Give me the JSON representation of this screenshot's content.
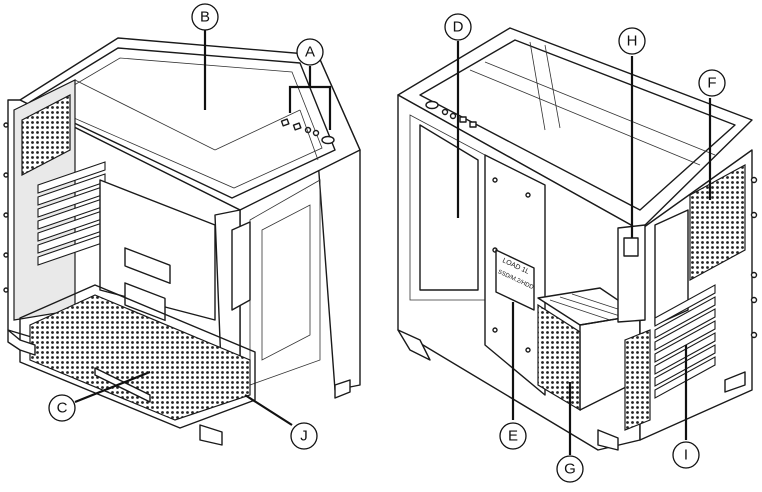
{
  "callouts": [
    {
      "id": "A",
      "label": "A"
    },
    {
      "id": "B",
      "label": "B"
    },
    {
      "id": "C",
      "label": "C"
    },
    {
      "id": "D",
      "label": "D"
    },
    {
      "id": "E",
      "label": "E"
    },
    {
      "id": "F",
      "label": "F"
    },
    {
      "id": "G",
      "label": "G"
    },
    {
      "id": "H",
      "label": "H"
    },
    {
      "id": "I",
      "label": "I"
    },
    {
      "id": "J",
      "label": "J"
    }
  ],
  "box_print": {
    "line1": "LOAD 1L",
    "line2": "SSD/M.2/HDD"
  },
  "colors": {
    "line": "#1a1a1a",
    "background": "#ffffff"
  }
}
